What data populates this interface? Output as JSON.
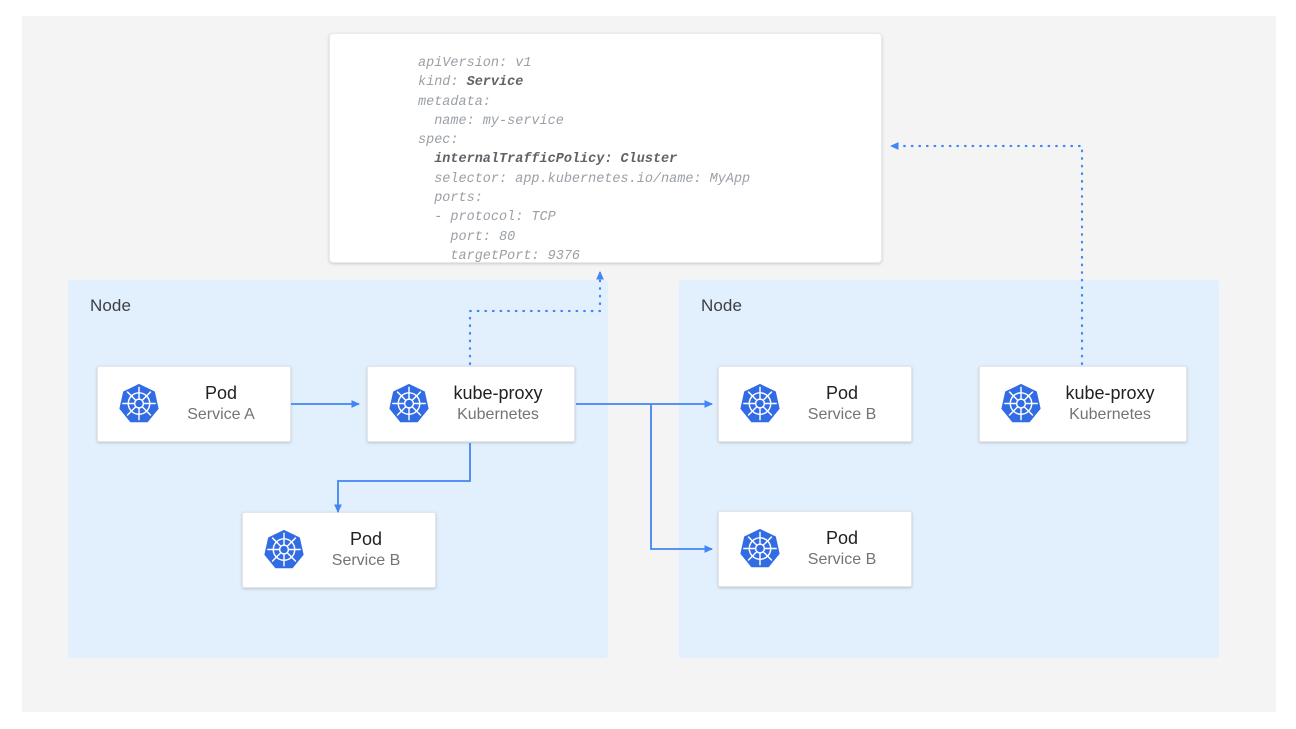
{
  "colors": {
    "canvas_bg": "#f4f4f5",
    "node_bg": "#e2effc",
    "card_bg": "#ffffff",
    "arrow_blue": "#4285f4",
    "dotted_blue": "#4285f4",
    "k8s_blue": "#326ce5",
    "title_text": "#202124",
    "sub_text": "#70757a",
    "code_text": "#9aa0a6",
    "code_bold_text": "#5f6368"
  },
  "yaml": {
    "title": "service-manifest",
    "lines": [
      {
        "text": "apiVersion: v1",
        "bold": false
      },
      {
        "text": "kind: ",
        "bold_suffix": "Service"
      },
      {
        "text": "metadata:",
        "bold": false
      },
      {
        "text": "  name: my-service",
        "bold": false
      },
      {
        "text": "spec:",
        "bold": false
      },
      {
        "text": "  internalTrafficPolicy: Cluster",
        "bold": true
      },
      {
        "text": "  selector: app.kubernetes.io/name: MyApp",
        "bold": false
      },
      {
        "text": "  ports:",
        "bold": false
      },
      {
        "text": "  - protocol: TCP",
        "bold": false
      },
      {
        "text": "    port: 80",
        "bold": false
      },
      {
        "text": "    targetPort: 9376",
        "bold": false
      }
    ],
    "raw": "apiVersion: v1\nkind: Service\nmetadata:\n  name: my-service\nspec:\n  internalTrafficPolicy: Cluster\n  selector: app.kubernetes.io/name: MyApp\n  ports:\n  - protocol: TCP\n    port: 80\n    targetPort: 9376"
  },
  "nodes": [
    {
      "label": "Node",
      "id": "node-left"
    },
    {
      "label": "Node",
      "id": "node-right"
    }
  ],
  "cards": [
    {
      "id": "pod-service-a",
      "title": "Pod",
      "sub": "Service A",
      "icon": "kubernetes-icon"
    },
    {
      "id": "kube-proxy-left",
      "title": "kube-proxy",
      "sub": "Kubernetes",
      "icon": "kubernetes-icon"
    },
    {
      "id": "pod-service-b-left",
      "title": "Pod",
      "sub": "Service B",
      "icon": "kubernetes-icon"
    },
    {
      "id": "pod-service-b-right-top",
      "title": "Pod",
      "sub": "Service B",
      "icon": "kubernetes-icon"
    },
    {
      "id": "pod-service-b-right-bot",
      "title": "Pod",
      "sub": "Service B",
      "icon": "kubernetes-icon"
    },
    {
      "id": "kube-proxy-right",
      "title": "kube-proxy",
      "sub": "Kubernetes",
      "icon": "kubernetes-icon"
    }
  ],
  "connections": [
    {
      "name": "pod-a-to-kube-proxy",
      "style": "solid",
      "from": "pod-service-a",
      "to": "kube-proxy-left"
    },
    {
      "name": "kube-proxy-to-local-pod-b",
      "style": "solid",
      "from": "kube-proxy-left",
      "to": "pod-service-b-left"
    },
    {
      "name": "kube-proxy-to-remote-pod-b-top",
      "style": "solid",
      "from": "kube-proxy-left",
      "to": "pod-service-b-right-top"
    },
    {
      "name": "kube-proxy-to-remote-pod-b-bottom",
      "style": "solid",
      "from": "kube-proxy-left",
      "to": "pod-service-b-right-bot"
    },
    {
      "name": "kube-proxy-left-to-manifest",
      "style": "dotted",
      "from": "kube-proxy-left",
      "to": "service-manifest"
    },
    {
      "name": "kube-proxy-right-to-manifest",
      "style": "dotted",
      "from": "kube-proxy-right",
      "to": "service-manifest"
    }
  ]
}
